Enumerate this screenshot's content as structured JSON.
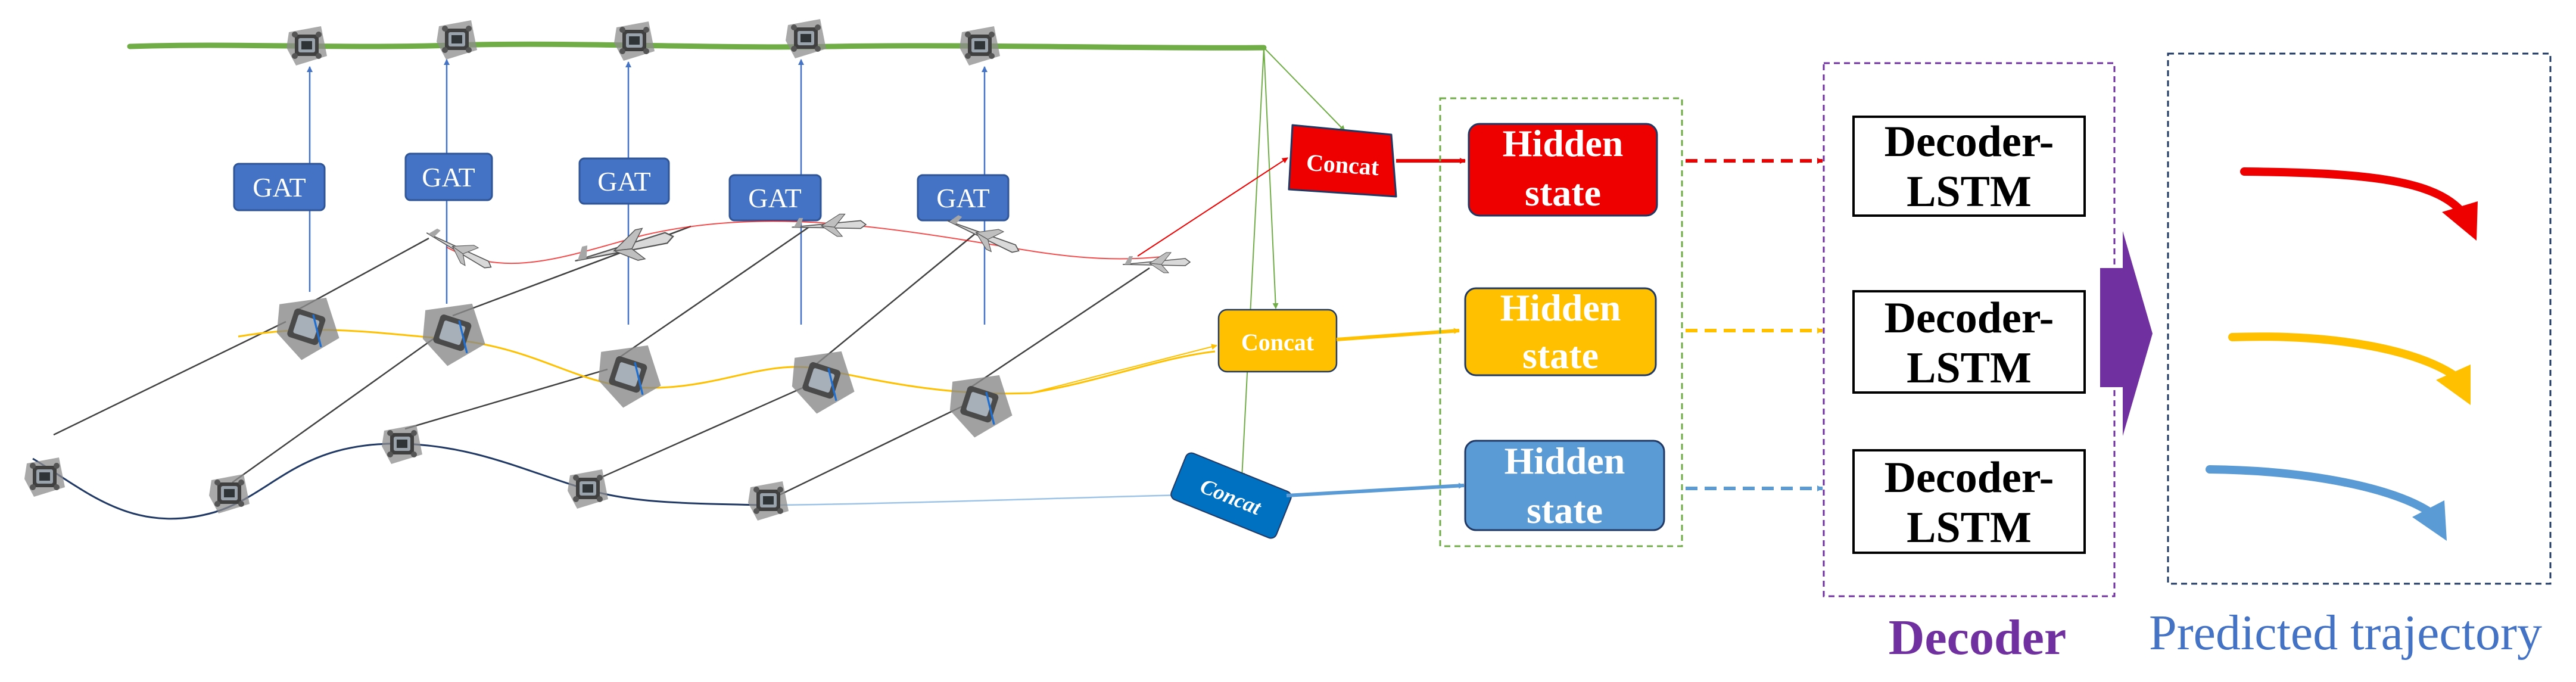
{
  "gat_label": "GAT",
  "concat_label": "Concat",
  "hidden_state": {
    "line1": "Hidden",
    "line2": "state"
  },
  "decoder_lstm": {
    "line1": "Decoder-",
    "line2": "LSTM"
  },
  "decoder_title": "Decoder",
  "predicted_title": "Predicted trajectory",
  "colors": {
    "red": "#ee0000",
    "yellow": "#ffc000",
    "blue": "#5b9bd5",
    "gat_blue": "#4472c4",
    "green": "#70ad47",
    "purple": "#7030a0",
    "dark_navy": "#203864"
  },
  "icons": [
    "vehicle-icon",
    "aircraft-icon"
  ]
}
